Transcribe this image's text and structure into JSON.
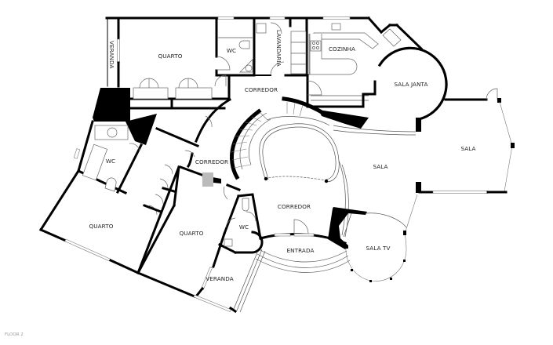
{
  "plan": {
    "type": "floor-plan",
    "floor_label": "FLOOR 2",
    "colors": {
      "wall": "#000000",
      "line": "#666666",
      "text": "#222222",
      "background": "#ffffff",
      "floor_label": "#9a9a9a"
    },
    "rooms": [
      {
        "id": "veranda-nw",
        "label": "VERANDA",
        "orientation": "vertical"
      },
      {
        "id": "quarto-n",
        "label": "QUARTO"
      },
      {
        "id": "wc-n",
        "label": "WC"
      },
      {
        "id": "lavandaria",
        "label": "LAVANDARIA",
        "orientation": "vertical"
      },
      {
        "id": "cozinha",
        "label": "COZINHA"
      },
      {
        "id": "sala-janta",
        "label": "SALA JANTA"
      },
      {
        "id": "corredor-n",
        "label": "CORREDOR"
      },
      {
        "id": "sala-east",
        "label": "SALA"
      },
      {
        "id": "sala-central",
        "label": "SALA"
      },
      {
        "id": "wc-w",
        "label": "WC"
      },
      {
        "id": "corredor-w",
        "label": "CORREDOR"
      },
      {
        "id": "quarto-sw",
        "label": "QUARTO"
      },
      {
        "id": "quarto-s",
        "label": "QUARTO"
      },
      {
        "id": "wc-s",
        "label": "WC"
      },
      {
        "id": "corredor-s",
        "label": "CORREDOR"
      },
      {
        "id": "entrada",
        "label": "ENTRADA"
      },
      {
        "id": "sala-tv",
        "label": "SALA TV"
      },
      {
        "id": "veranda-s",
        "label": "VERANDA"
      }
    ]
  }
}
